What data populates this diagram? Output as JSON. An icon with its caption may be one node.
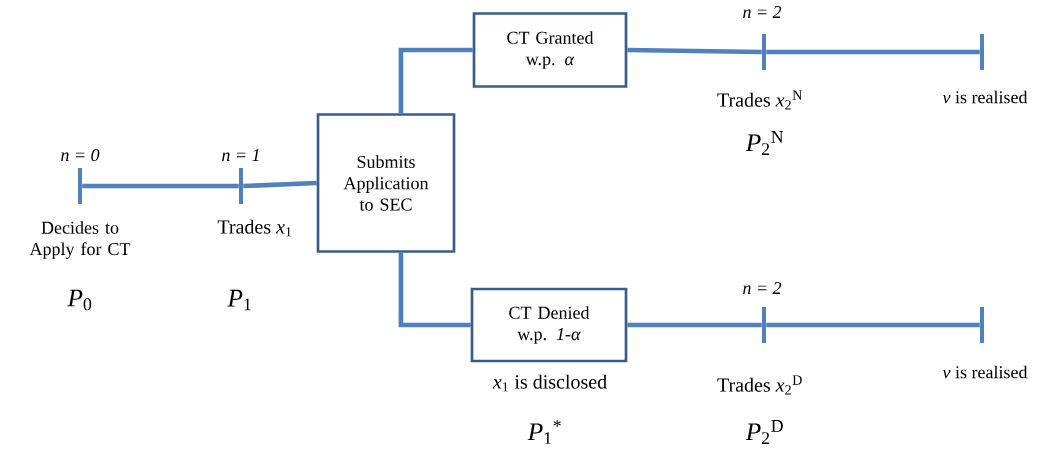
{
  "diagram": {
    "nodes": [
      {
        "text": [],
        "shape": "bar",
        "beside": [
          "n = 0",
          "Decides to Apply for CT",
          "*P*$_{0}$"
        ]
      },
      {
        "text": [],
        "shape": "bar",
        "beside": [
          "n = 1",
          "Trades *x*$_{1}$",
          "*P*$_{1}$"
        ]
      },
      {
        "text": [
          "Submits Application to SEC"
        ]
      },
      {
        "text": [
          "CT Granted w.p. *α*"
        ]
      },
      {
        "text": [],
        "shape": "bar",
        "beside": [
          "n = 2",
          "Trades *x*$_{2}$$^{N}$",
          "*P*$_{2}$$^{N}$"
        ]
      },
      {
        "text": [],
        "shape": "bar",
        "beside": [
          "*v* is realised"
        ]
      },
      {
        "text": [
          "CT Denied w.p. *1-α*"
        ],
        "beside": [
          "*x*$_{1}$ is disclosed",
          "*P*$_{1}$$^{*}$"
        ]
      },
      {
        "text": [],
        "shape": "bar",
        "beside": [
          "n = 2",
          "Trades *x*$_{2}$$^{D}$",
          "*P*$_{2}$$^{D}$"
        ]
      },
      {
        "text": [],
        "shape": "bar",
        "beside": [
          "*v* is realised"
        ]
      }
    ],
    "edges": [
      {
        "from": 0,
        "to": 1,
        "arrow": "none"
      },
      {
        "from": 1,
        "to": 2,
        "arrow": "none"
      },
      {
        "from": 2,
        "to": 3,
        "arrow": "none"
      },
      {
        "from": 3,
        "to": 4,
        "arrow": "none"
      },
      {
        "from": 4,
        "to": 5,
        "arrow": "none"
      },
      {
        "from": 2,
        "to": 6,
        "arrow": "none"
      },
      {
        "from": 6,
        "to": 7,
        "arrow": "none"
      },
      {
        "from": 7,
        "to": 8,
        "arrow": "none"
      }
    ]
  }
}
